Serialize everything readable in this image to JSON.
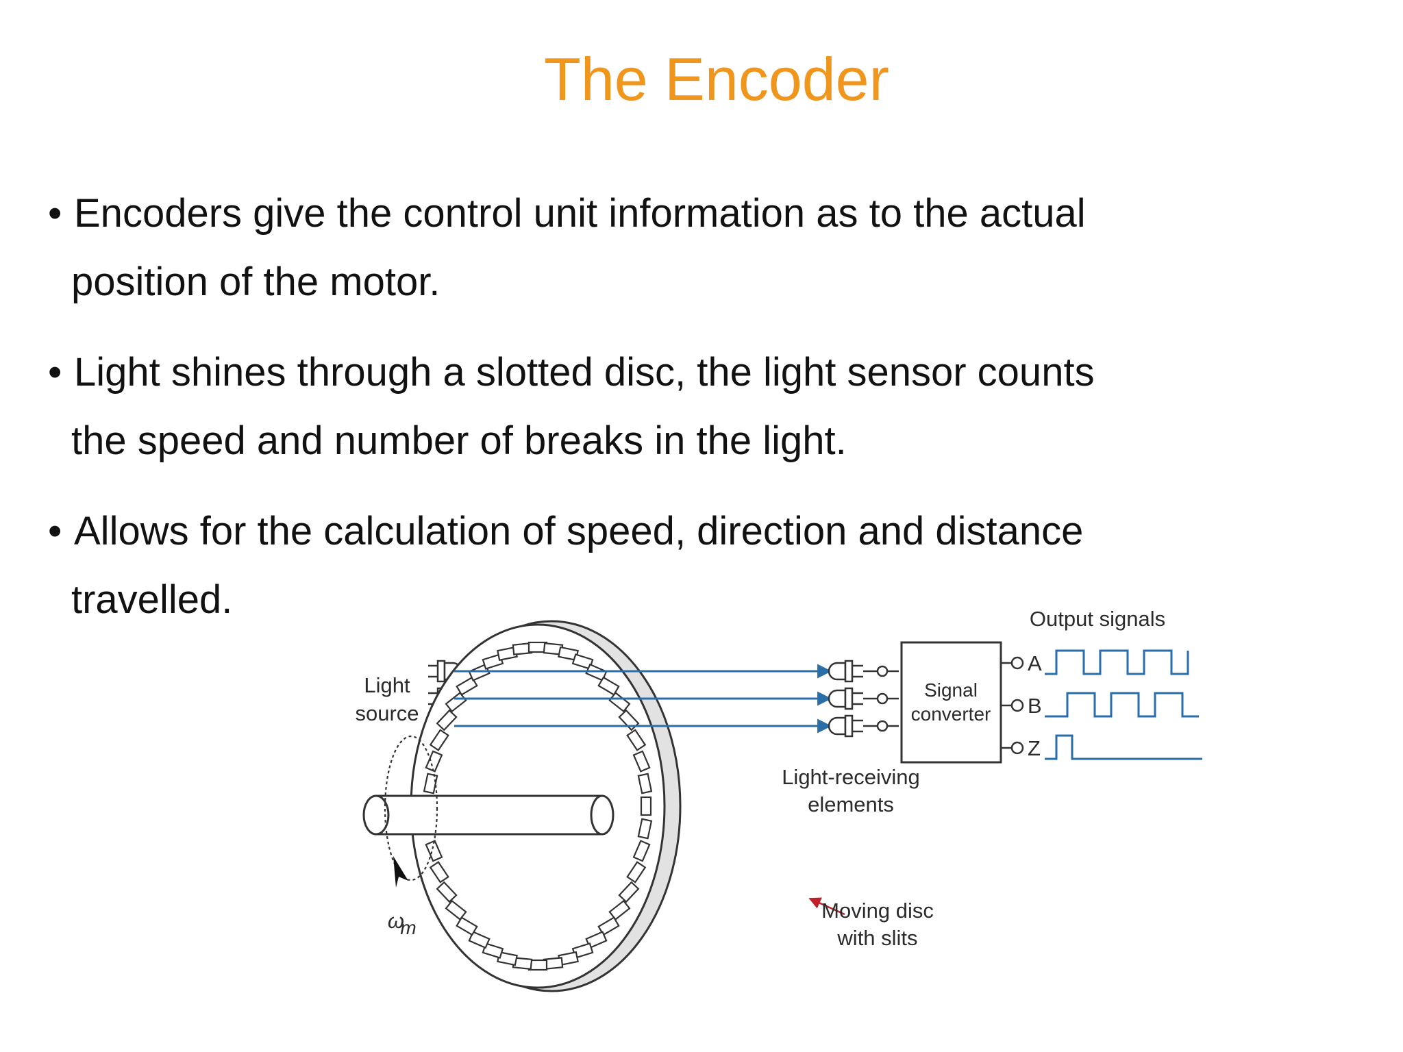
{
  "slide": {
    "title": "The Encoder",
    "bullets": [
      {
        "line1": "Encoders give the control unit information as to the actual",
        "line2": "position of the motor."
      },
      {
        "line1": "Light shines through a slotted disc, the light sensor counts",
        "line2": "the speed and number of breaks in the light."
      },
      {
        "line1": "Allows for the calculation of speed, direction and distance",
        "line2": "travelled."
      }
    ],
    "bullet_symbol": "•"
  },
  "diagram": {
    "light_source_label_1": "Light",
    "light_source_label_2": "source",
    "receiver_label_1": "Light-receiving",
    "receiver_label_2": "elements",
    "converter_label_1": "Signal",
    "converter_label_2": "converter",
    "output_title": "Output signals",
    "channels": [
      "A",
      "B",
      "Z"
    ],
    "disc_label_1": "Moving disc",
    "disc_label_2": "with slits",
    "omega_symbol": "ω",
    "omega_subscript": "m",
    "colors": {
      "title": "#f0961c",
      "beam": "#2a6ea8",
      "arrow": "#c0202a",
      "line": "#333333"
    }
  }
}
